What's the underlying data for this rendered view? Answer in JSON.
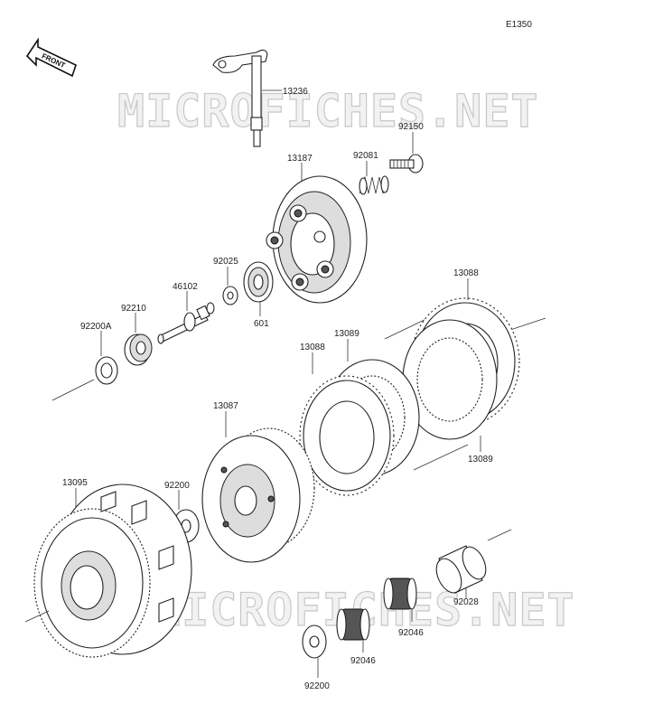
{
  "diagram_code": "E1350",
  "front_label": "FRONT",
  "watermarks": [
    "MICROFICHES.NET",
    "MICROFICHES.NET"
  ],
  "part_numbers": {
    "p13236": "13236",
    "p92150": "92150",
    "p92081": "92081",
    "p13187": "13187",
    "p92025": "92025",
    "p46102": "46102",
    "p92210": "92210",
    "p92200A": "92200A",
    "p601": "601",
    "p13088_top": "13088",
    "p13089_top": "13089",
    "p13088_mid": "13088",
    "p13089_bot": "13089",
    "p13087": "13087",
    "p13095": "13095",
    "p92200_mid": "92200",
    "p92200_bot": "92200",
    "p92028": "92028",
    "p92046_a": "92046",
    "p92046_b": "92046"
  }
}
